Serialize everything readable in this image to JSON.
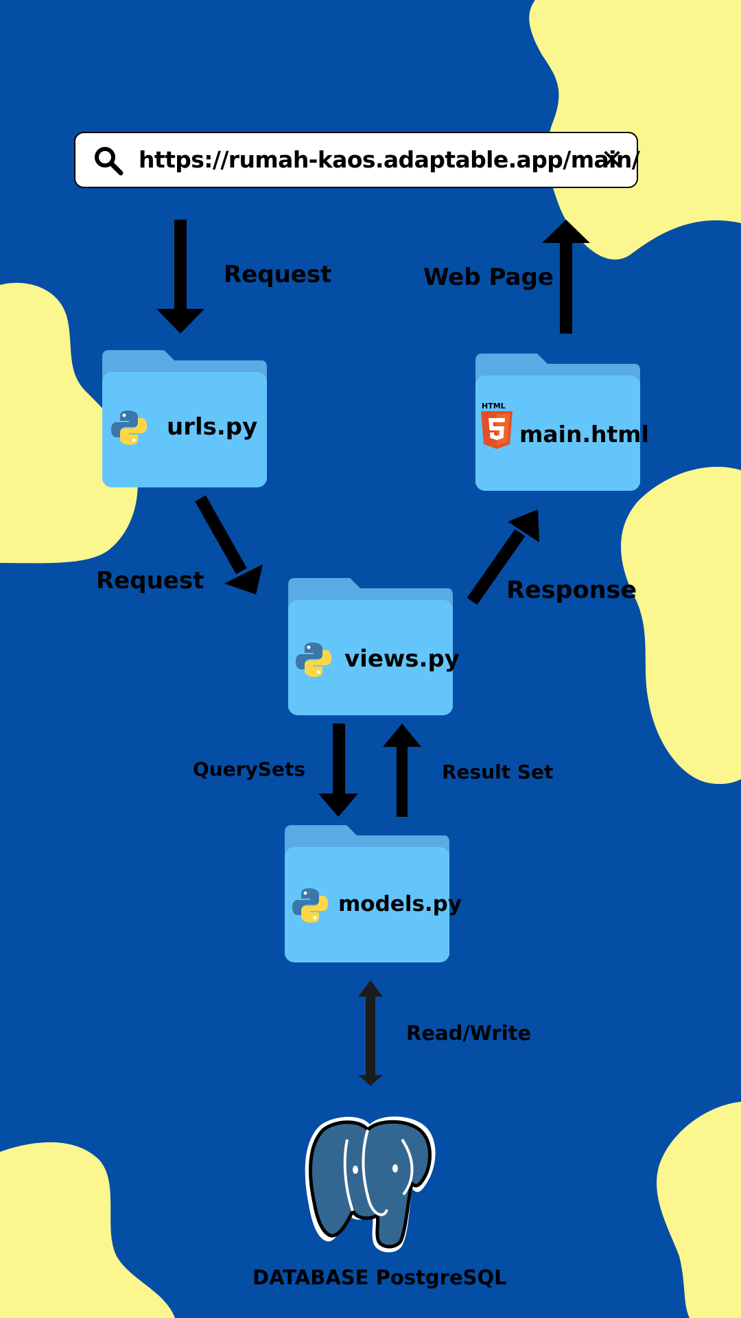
{
  "search_bar": {
    "url": "https://rumah-kaos.adaptable.app/main/",
    "search_icon": "search-icon",
    "close_icon": "close-icon"
  },
  "files": {
    "urls": {
      "name": "urls.py",
      "icon": "python-icon"
    },
    "main": {
      "name": "main.html",
      "icon": "html5-icon",
      "icon_text": "HTML"
    },
    "views": {
      "name": "views.py",
      "icon": "python-icon"
    },
    "models": {
      "name": "models.py",
      "icon": "python-icon"
    }
  },
  "labels": {
    "request_top": "Request",
    "web_page": "Web Page",
    "request_mid": "Request",
    "response": "Response",
    "querysets": "QuerySets",
    "result_set": "Result Set",
    "read_write": "Read/Write"
  },
  "database": {
    "label": "DATABASE PostgreSQL",
    "icon": "postgresql-elephant-icon"
  },
  "colors": {
    "background": "#054ea6",
    "blob": "#fcf68f",
    "folder_back": "#5aaae3",
    "folder_front": "#64c5fb",
    "arrow": "#000000"
  }
}
